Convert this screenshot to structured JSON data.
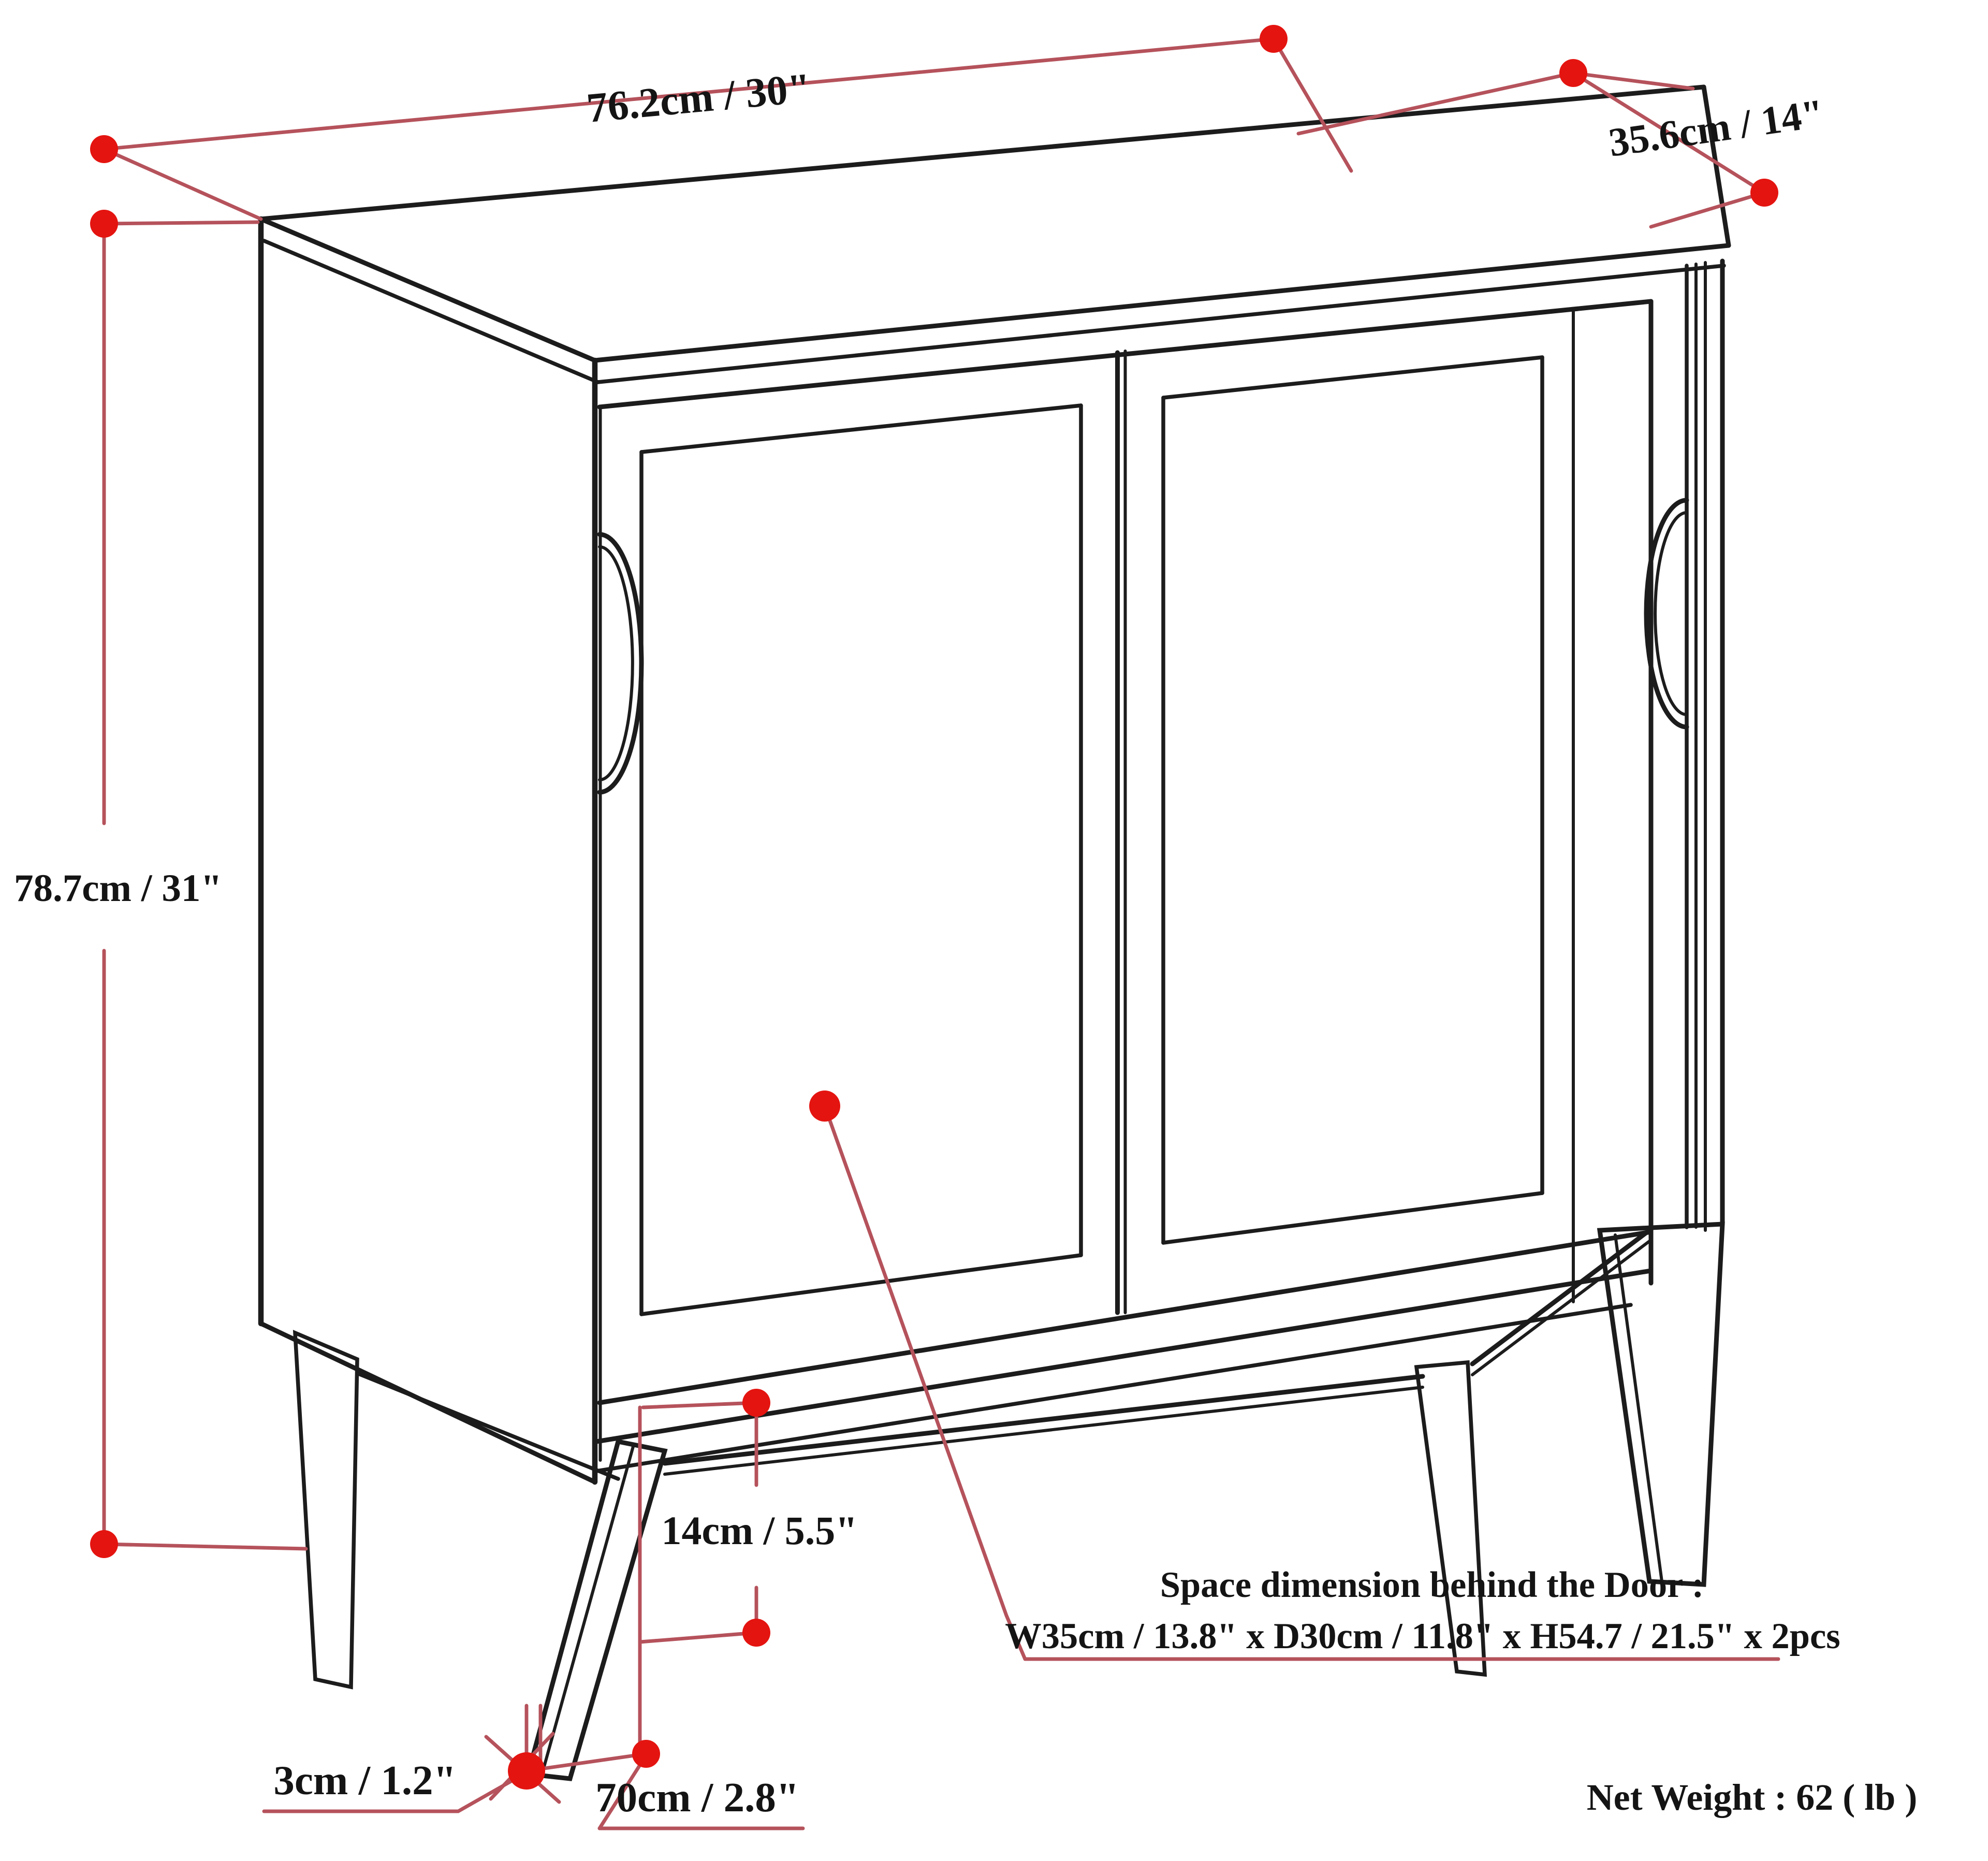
{
  "diagram": {
    "kind": "product-dimension-drawing",
    "subject": "two-door storage cabinet with splayed legs",
    "colors": {
      "drawing_line": "#1c1c1c",
      "dimension_line": "#b5525b",
      "dimension_dot": "#e41410",
      "text": "#141414",
      "background": "#ffffff"
    },
    "dimensions": {
      "width_top": "76.2cm / 30\"",
      "depth_top": "35.6cm / 14\"",
      "height_left": "78.7cm / 31\"",
      "leg_height": "14cm / 5.5\"",
      "foot": "3cm / 1.2\"",
      "leg_offset": "70cm / 2.8\""
    },
    "notes": {
      "space_line1": "Space dimension behind the Door :",
      "space_line2": "W35cm / 13.8\" x D30cm / 11.8\" x H54.7 / 21.5\" x 2pcs",
      "net_weight": "Net Weight : 62 ( lb )"
    }
  }
}
